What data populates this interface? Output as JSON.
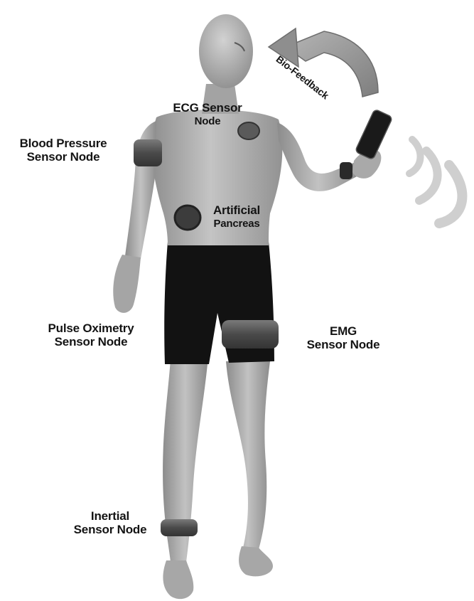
{
  "labels": {
    "bio_feedback": "Bio-Feedback",
    "ecg": {
      "line1": "ECG Sensor",
      "line2": "Node"
    },
    "blood_pressure": {
      "line1": "Blood Pressure",
      "line2": "Sensor Node"
    },
    "artificial_pancreas": {
      "line1": "Artificial",
      "line2": "Pancreas"
    },
    "pulse_oximetry": {
      "line1": "Pulse Oximetry",
      "line2": "Sensor Node"
    },
    "emg": {
      "line1": "EMG",
      "line2": "Sensor Node"
    },
    "inertial": {
      "line1": "Inertial",
      "line2": "Sensor Node"
    }
  },
  "colors": {
    "skin": "#b9b9b9",
    "skin_shadow": "#8a8a8a",
    "shorts": "#121212",
    "sensor_band": "#565656",
    "arrow": "#9a9a9a",
    "wave": "#cfcfcf",
    "text": "#141414"
  }
}
